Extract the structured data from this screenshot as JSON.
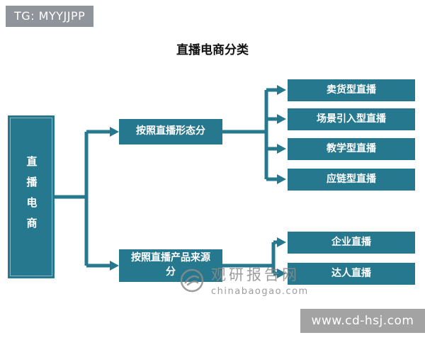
{
  "page": {
    "tg_label": "TG: MYYJJPP",
    "title": "直播电商分类",
    "footer_url": "www.cd-hsj.com"
  },
  "watermark": {
    "site_name": "观研报告网",
    "site_url": "chinabaogao.com"
  },
  "colors": {
    "node_fill": "#26788e",
    "connector": "#26788e",
    "tg_label_bg": "#8f959a",
    "footer_bg": "#a3a3a3",
    "watermark_gray": "#8c8c8c"
  },
  "diagram": {
    "type": "tree",
    "root": "直播电商",
    "branches": [
      {
        "label": "按照直播形态分",
        "children": [
          "卖货型直播",
          "场景引入型直播",
          "教学型直播",
          "应链型直播"
        ]
      },
      {
        "label": "按照直播产品来源分",
        "children": [
          "企业直播",
          "达人直播"
        ]
      }
    ]
  }
}
